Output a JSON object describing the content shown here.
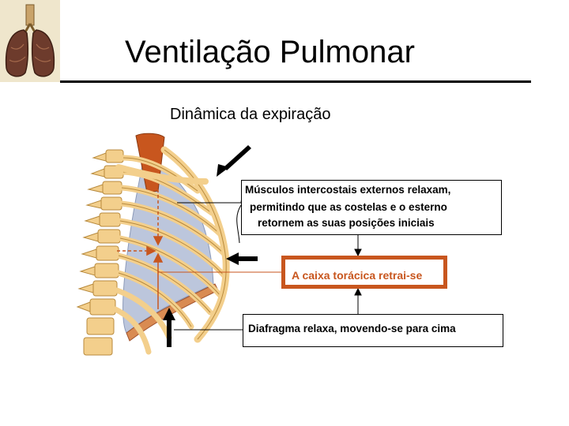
{
  "title": "Ventilação Pulmonar",
  "subtitle": "Dinâmica da expiração",
  "callouts": {
    "muscles": {
      "line1": "Músculos intercostais externos relaxam,",
      "line2": "permitindo que as costelas e o esterno",
      "line3": "retornem as suas posições iniciais"
    },
    "thorax": "A caixa torácica retrai-se",
    "diaphragm": "Diafragma relaxa,  movendo-se para cima"
  },
  "colors": {
    "accent": "#c8561e",
    "bone": "#f3cf8c",
    "bone_edge": "#b88a3c",
    "lung": "#bcc6dc",
    "muscle": "#c8561e"
  },
  "icons": {
    "logo": "lungs-icon",
    "arrows": "arrow-icon"
  }
}
